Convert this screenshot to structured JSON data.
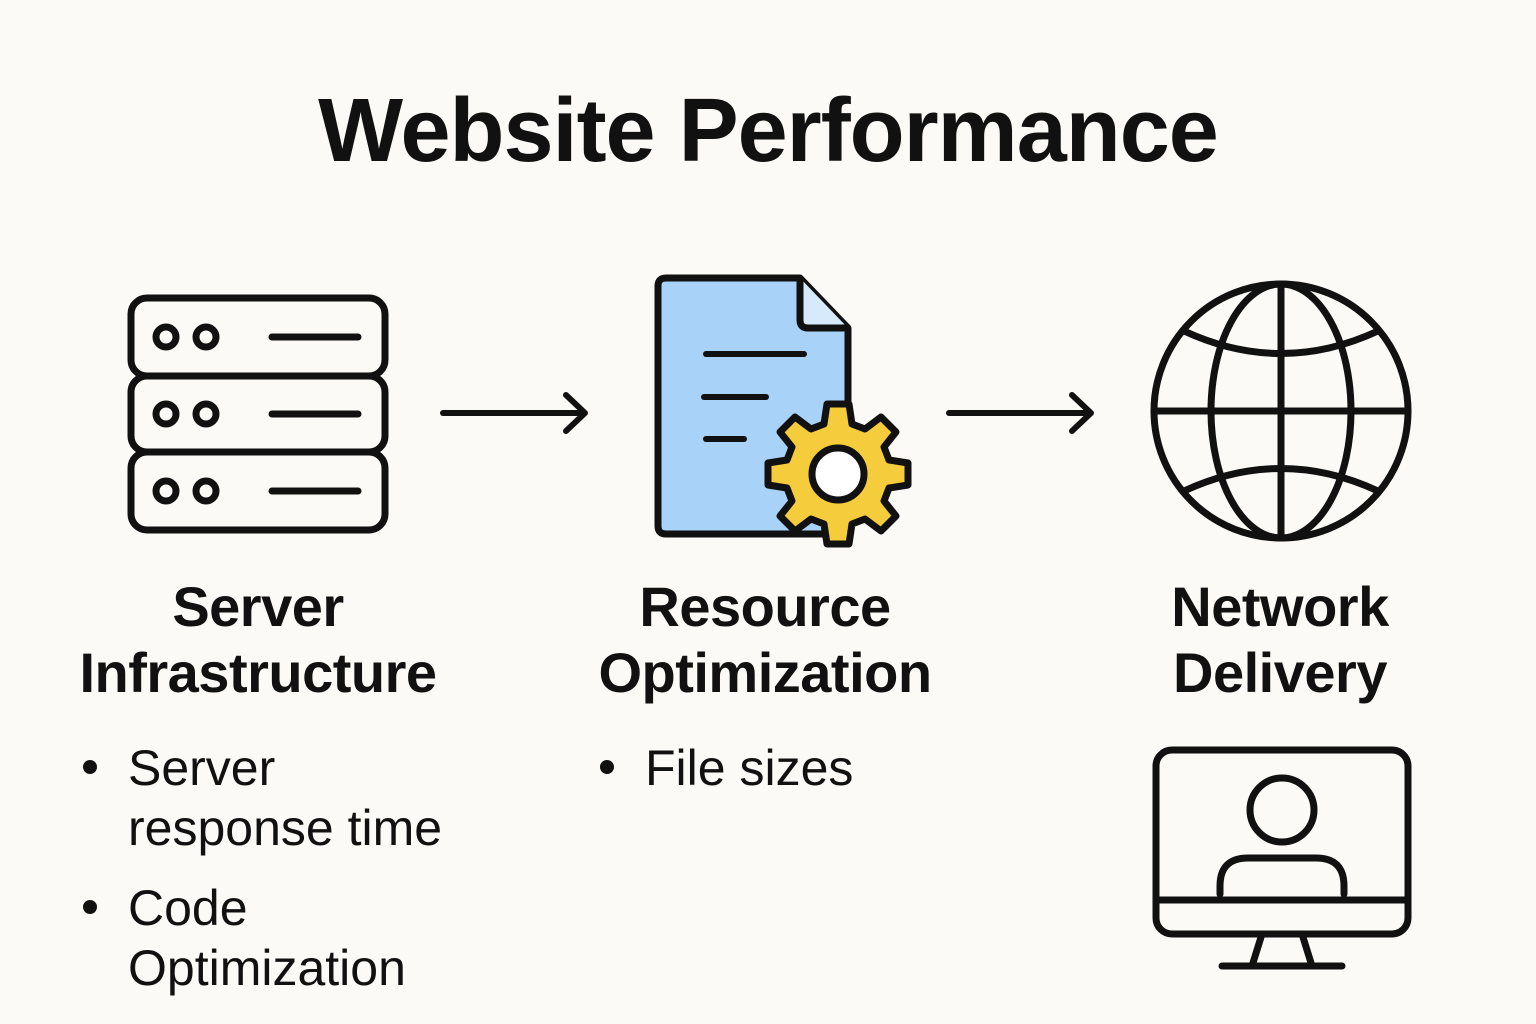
{
  "title": "Website Performance",
  "colors": {
    "background": "#fbfaf7",
    "stroke": "#111111",
    "document_fill": "#a8d2f7",
    "gear_fill": "#f5cc3c"
  },
  "columns": [
    {
      "title_line1": "Server",
      "title_line2": "Infrastructure",
      "icon": "server-rack-icon",
      "bullets": [
        "Server response time",
        "Code Optimization"
      ]
    },
    {
      "title_line1": "Resource",
      "title_line2": "Optimization",
      "icon": "document-gear-icon",
      "bullets": [
        "File sizes"
      ]
    },
    {
      "title_line1": "Network",
      "title_line2": "Delivery",
      "icon": "globe-icon",
      "extra_icon": "monitor-user-icon",
      "bullets": []
    }
  ],
  "arrows": [
    "right-arrow-icon",
    "right-arrow-icon"
  ]
}
